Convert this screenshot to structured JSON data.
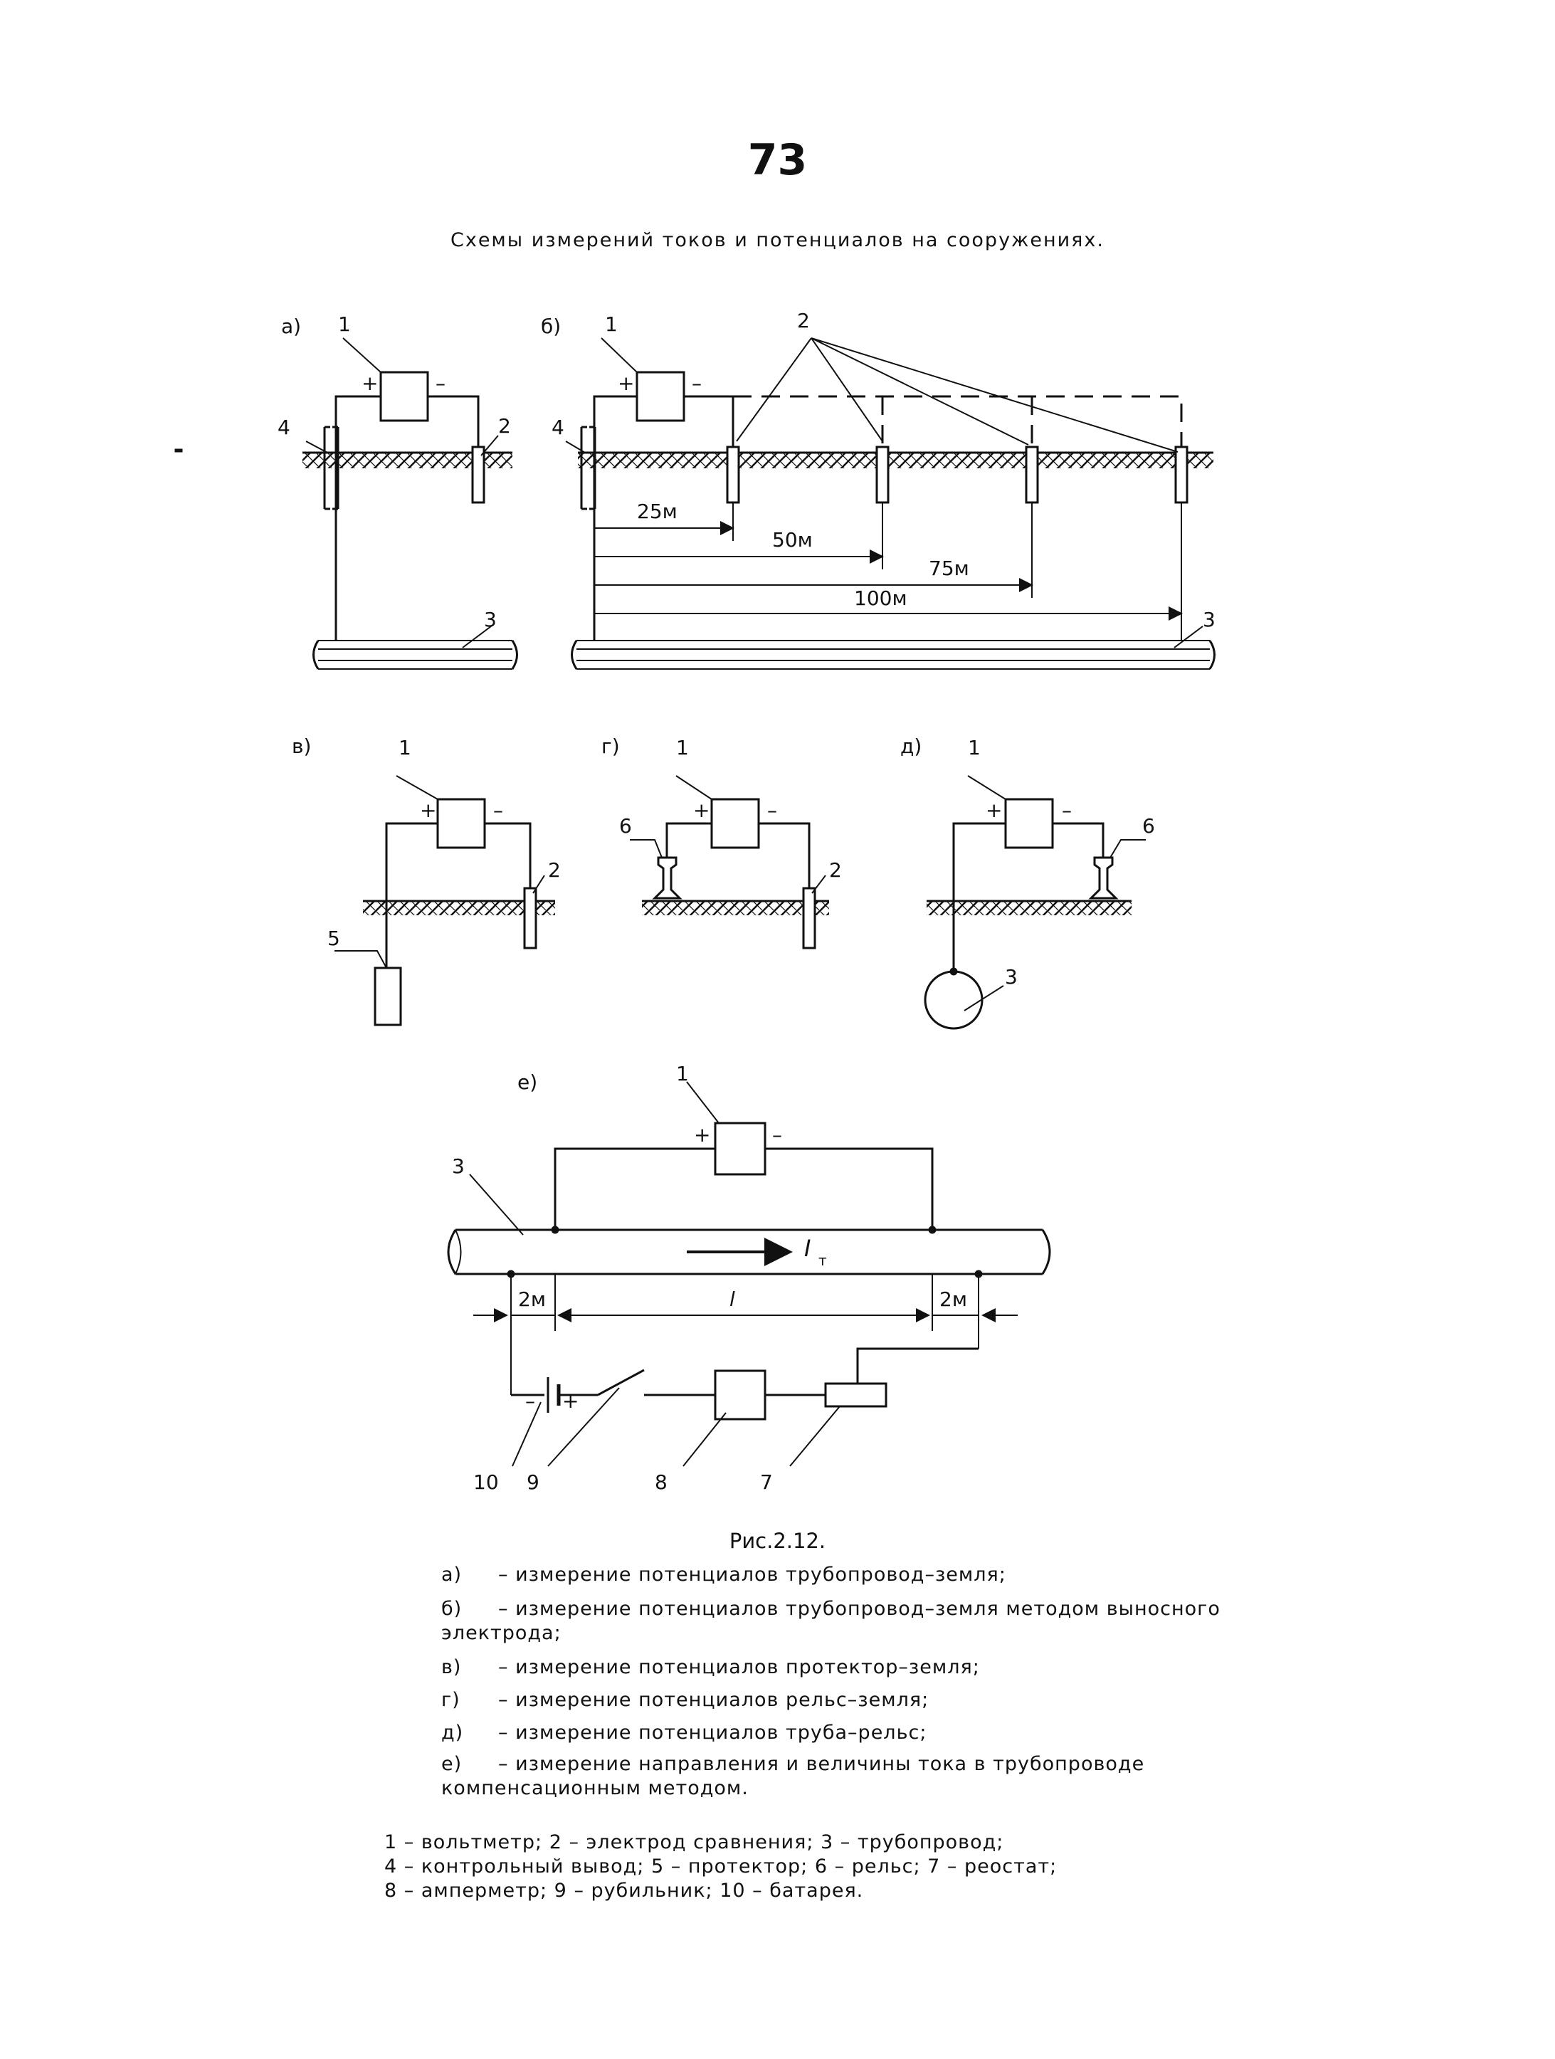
{
  "page": {
    "number": "73",
    "title": "Схемы измерений токов и потенциалов на сооружениях."
  },
  "figure": {
    "panels": {
      "a": "а)",
      "b": "б)",
      "v": "в)",
      "g": "г)",
      "d": "д)",
      "e": "е)"
    },
    "numbers": {
      "n1": "1",
      "n2": "2",
      "n3": "3",
      "n4": "4",
      "n5": "5",
      "n6": "6",
      "n7": "7",
      "n8": "8",
      "n9": "9",
      "n10": "10"
    },
    "signs": {
      "plus": "+",
      "minus": "–"
    },
    "distances": {
      "d25": "25м",
      "d50": "50м",
      "d75": "75м",
      "d100": "100м",
      "d2m": "2м",
      "length": "l",
      "current": "I",
      "current_sub": "т"
    }
  },
  "caption": {
    "figure_label": "Рис.2.12.",
    "items": [
      {
        "letter": "а)",
        "text": "– измерение потенциалов трубопровод–земля;"
      },
      {
        "letter": "б)",
        "text": "– измерение потенциалов трубопровод–земля методом выносного электрода;"
      },
      {
        "letter": "в)",
        "text": "– измерение потенциалов протектор–земля;"
      },
      {
        "letter": "г)",
        "text": "– измерение потенциалов рельс–земля;"
      },
      {
        "letter": "д)",
        "text": "– измерение потенциалов труба–рельс;"
      },
      {
        "letter": "е)",
        "text": "– измерение направления и величины тока в трубопроводе компенсационным методом."
      }
    ],
    "legend": [
      "1 – вольтметр; 2 – электрод сравнения; 3 – трубопровод;",
      "4 – контрольный вывод; 5 – протектор; 6 – рельс; 7 – реостат;",
      "8 – амперметр; 9 – рубильник; 10 – батарея."
    ]
  }
}
